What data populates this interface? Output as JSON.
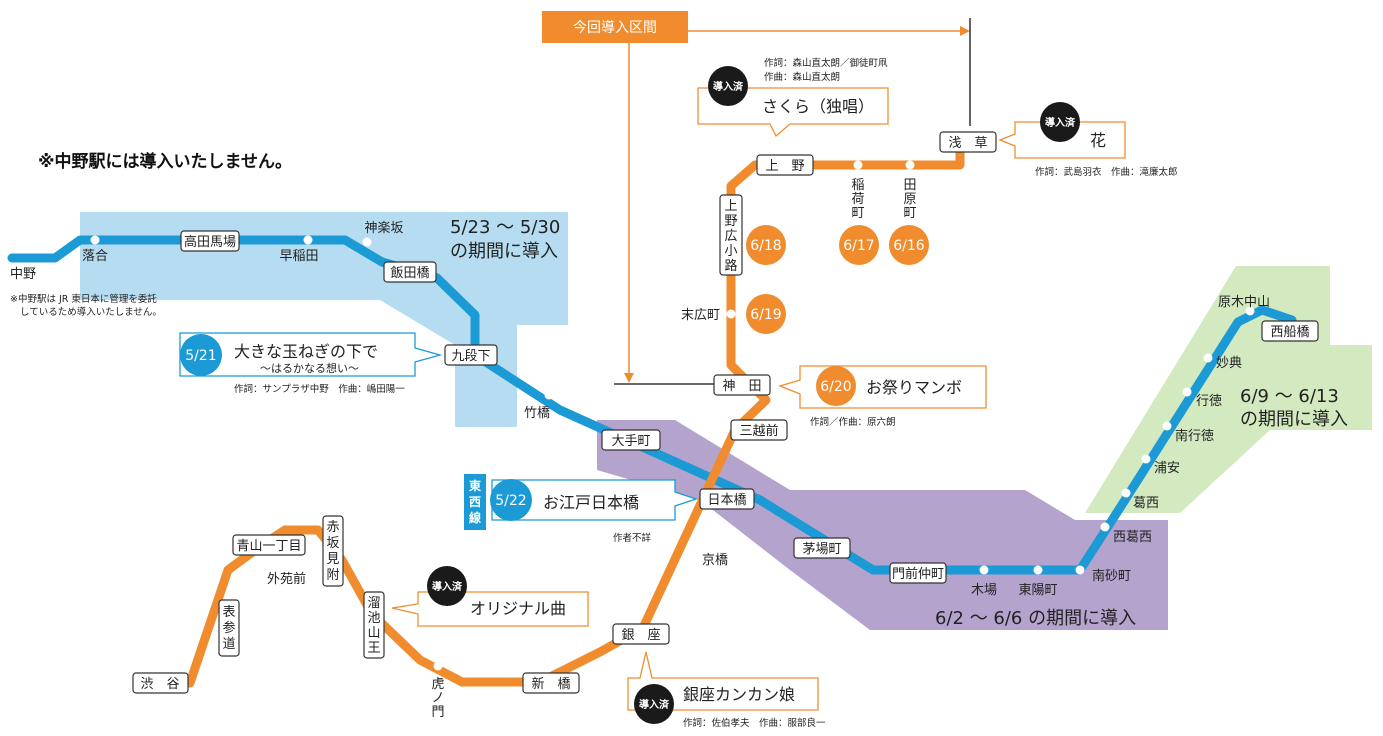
{
  "notice_top": "※中野駅には導入いたしません。",
  "nakano_note": [
    "※中野駅は JR 東日本に管理を委託",
    "しているため導入いたしません。"
  ],
  "line_name": [
    "東",
    "西",
    "線"
  ],
  "current_section_label": "今回導入区間",
  "badge_installed": "導入済",
  "period_labels": {
    "west": [
      "5/23 ～ 5/30",
      "の期間に導入"
    ],
    "east": [
      "6/9 ～ 6/13",
      "の期間に導入"
    ],
    "central": "6/2 ～ 6/6 の期間に導入"
  },
  "stations": {
    "nakano": "中野",
    "ochiai": "落合",
    "takadanobaba": "高田馬場",
    "waseda": "早稲田",
    "kagurazaka": "神楽坂",
    "iidabashi": "飯田橋",
    "kudanshita": "九段下",
    "takebashi": "竹橋",
    "otemachi": "大手町",
    "nihombashi": "日本橋",
    "kayabacho": "茅場町",
    "monzennakacho": "門前仲町",
    "kiba": "木場",
    "toyocho": "東陽町",
    "minamisunamachi": "南砂町",
    "nishikasai": "西葛西",
    "kasai": "葛西",
    "urayasu": "浦安",
    "minamigyotoku": "南行徳",
    "gyotoku": "行徳",
    "myoden": "妙典",
    "baraki_nakayama": "原木中山",
    "nishifunabashi": "西船橋",
    "shibuya": "渋　谷",
    "omotesando": [
      "表",
      "参",
      "道"
    ],
    "gaiemmae": "外苑前",
    "aoyama_itchome": "青山一丁目",
    "akasaka_mitsuke": [
      "赤",
      "坂",
      "見",
      "附"
    ],
    "tameike_sanno": [
      "溜",
      "池",
      "山",
      "王"
    ],
    "toranomon": [
      "虎",
      "ノ",
      "門"
    ],
    "shimbashi": "新　橋",
    "ginza": "銀　座",
    "kyobashi": "京橋",
    "mitsukoshimae": "三越前",
    "kanda": "神　田",
    "suehirocho": "末広町",
    "ueno_hirokoji": [
      "上",
      "野",
      "広",
      "小",
      "路"
    ],
    "ueno": "上　野",
    "inaricho": [
      "稲",
      "荷",
      "町"
    ],
    "tawaramachi": [
      "田",
      "原",
      "町"
    ],
    "asakusa": "浅　草"
  },
  "date_badges": {
    "ueno_hirokoji": "6/18",
    "suehirocho": "6/19",
    "inaricho": "6/17",
    "tawaramachi": "6/16",
    "kanda": "6/20",
    "kudanshita": "5/21",
    "nihombashi": "5/22"
  },
  "songs": {
    "sakura": {
      "title": "さくら（独唱）",
      "credit": [
        "作詞：森山直太朗／御徒町凧",
        "作曲：森山直太朗"
      ]
    },
    "hana": {
      "title": "花",
      "credit": "作詞：武島羽衣　作曲：滝廉太郎"
    },
    "kudanshita": {
      "title": "大きな玉ねぎの下で",
      "subtitle": "～はるかなる想い～",
      "credit": "作詞：サンプラザ中野　作曲：嶋田陽一"
    },
    "kanda": {
      "title": "お祭りマンボ",
      "credit": "作詞／作曲：原六朗"
    },
    "nihombashi": {
      "title": "お江戸日本橋",
      "credit": "作者不詳"
    },
    "original": {
      "title": "オリジナル曲"
    },
    "ginza": {
      "title": "銀座カンカン娘",
      "credit": "作詞：佐伯孝夫　作曲：服部良一"
    }
  },
  "colors": {
    "tozai_line": "#1b9ad6",
    "ginza_line": "#f08c2e",
    "west_zone": "#b5dcf0",
    "central_zone": "#b3a3cd",
    "east_zone": "#d3e9c0",
    "badge_dark": "#1a1a1a"
  }
}
